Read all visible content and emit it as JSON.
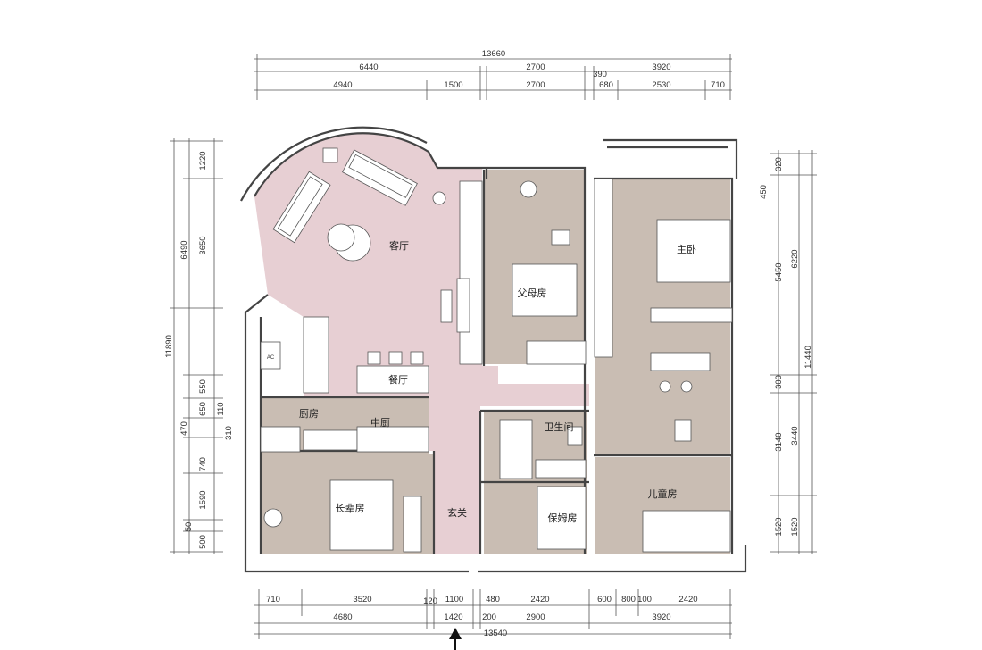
{
  "colors": {
    "public_area": "#e7cfd3",
    "private_room": "#c9bdb3",
    "wall": "#444444",
    "background": "#ffffff",
    "fixture": "#ffffff"
  },
  "rooms": {
    "living": "客厅",
    "parents": "父母房",
    "master": "主卧",
    "dining": "餐厅",
    "kitchen": "厨房",
    "mid_kitchen": "中厨",
    "bathroom": "卫生间",
    "elders": "长辈房",
    "foyer": "玄关",
    "nanny": "保姆房",
    "kids": "儿童房"
  },
  "appliance_label": "AC",
  "dimensions": {
    "top_total": "13660",
    "top_row1": [
      "6440",
      "2700",
      "390",
      "3920"
    ],
    "top_row2": [
      "4940",
      "1500",
      "2700",
      "680",
      "2530",
      "710"
    ],
    "bottom_total": "13540",
    "bottom_row1": [
      "710",
      "3520",
      "120",
      "1100",
      "480",
      "2420",
      "600",
      "800",
      "100",
      "2420"
    ],
    "bottom_row2": [
      "4680",
      "1420",
      "200",
      "2900",
      "3920"
    ],
    "left_total": "11890",
    "left_row1": [
      "6490",
      "1220",
      "3650",
      "550",
      "650",
      "110",
      "470",
      "310",
      "740",
      "1590",
      "50",
      "500"
    ],
    "right_total": "11440",
    "right_row1": [
      "320",
      "450",
      "5450",
      "6220",
      "300",
      "3140",
      "3440",
      "1520",
      "1520"
    ]
  },
  "north_arrow": "north-arrow-icon"
}
